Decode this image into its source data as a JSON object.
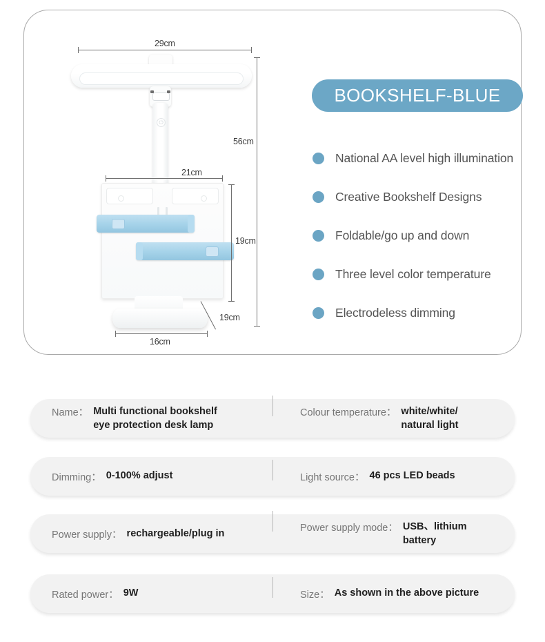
{
  "product": {
    "badge_title": "BOOKSHELF-BLUE",
    "features": [
      "National AA level high illumination",
      "Creative Bookshelf Designs",
      "Foldable/go up and down",
      "Three level color temperature",
      "Electrodeless dimming"
    ]
  },
  "illustration": {
    "alt": "Multi functional bookshelf eye protection desk lamp with dimensions",
    "dimensions": {
      "lamp_head_width": "29cm",
      "total_height": "56cm",
      "shelf_width": "21cm",
      "shelf_height": "19cm",
      "base_depth": "19cm",
      "base_width": "16cm"
    },
    "power_button_icon": "power-icon"
  },
  "specs": [
    {
      "left": {
        "label": "Name：",
        "value": "Multi functional bookshelf\neye protection desk lamp"
      },
      "right": {
        "label": "Colour temperature：",
        "value": "white/white/\nnatural light"
      }
    },
    {
      "left": {
        "label": "Dimming：",
        "value": "0-100% adjust"
      },
      "right": {
        "label": "Light source：",
        "value": "46 pcs LED beads"
      }
    },
    {
      "left": {
        "label": "Power supply：",
        "value": "rechargeable/plug in"
      },
      "right": {
        "label": "Power supply mode：",
        "value": "USB、lithium\nbattery"
      }
    },
    {
      "left": {
        "label": "Rated power：",
        "value": "9W"
      },
      "right": {
        "label": "Size：",
        "value": "As shown in the above picture"
      }
    }
  ],
  "colors": {
    "badge_blue": "#6ca7c6",
    "bullet_blue": "#6ba5c4",
    "arm_blue": "#a5d2e9",
    "spec_row_bg": "#f2f2f2",
    "card_border": "#a9a9a9"
  }
}
